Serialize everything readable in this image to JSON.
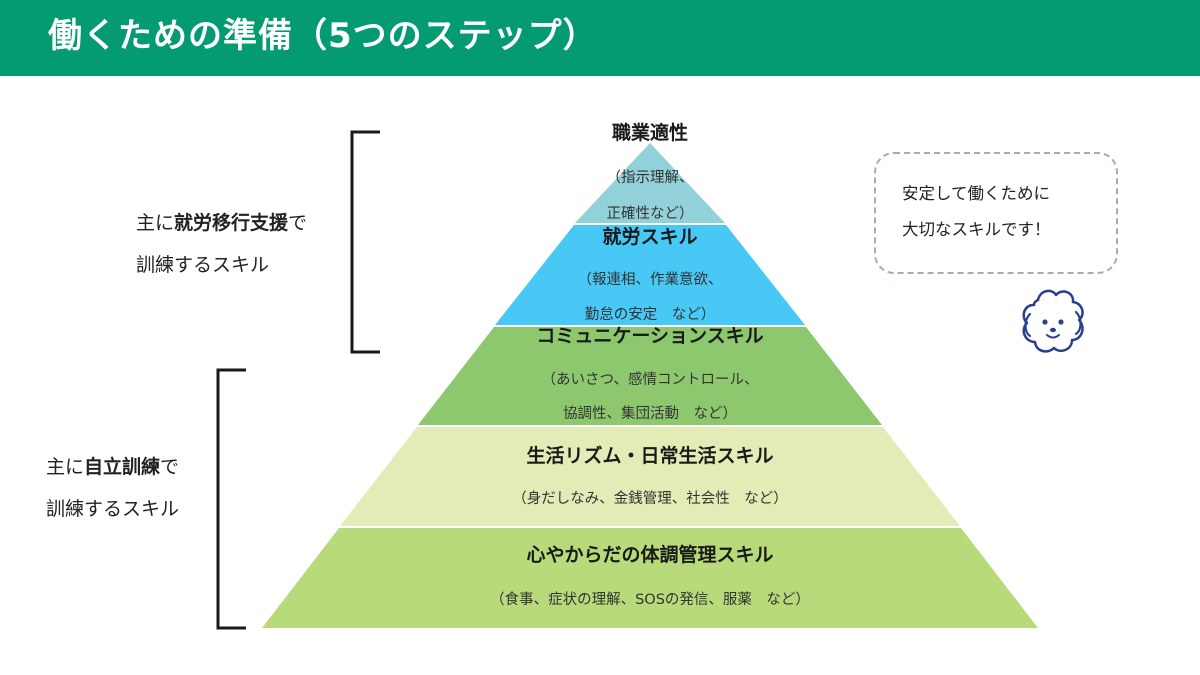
{
  "header": {
    "title": "働くための準備（5つのステップ）"
  },
  "pyramid": {
    "layers": [
      {
        "title": "職業適性",
        "desc_lines": [
          "（指示理解、",
          "正確性など）"
        ],
        "color": "#93d1da"
      },
      {
        "title": "就労スキル",
        "desc_lines": [
          "（報連相、作業意欲、",
          "勤怠の安定　など）"
        ],
        "color": "#48c8f4"
      },
      {
        "title": "コミュニケーションスキル",
        "desc_lines": [
          "（あいさつ、感情コントロール、",
          "協調性、集団活動　など）"
        ],
        "color": "#8dc86f"
      },
      {
        "title": "生活リズム・日常生活スキル",
        "desc_lines": [
          "（身だしなみ、金銭管理、社会性　など）"
        ],
        "color": "#e3ecb6"
      },
      {
        "title": "心やからだの体調管理スキル",
        "desc_lines": [
          "（食事、症状の理解、SOSの発信、服薬　など）"
        ],
        "color": "#b8da7b"
      }
    ]
  },
  "side_labels": {
    "upper": {
      "prefix": "主に",
      "bold": "就労移行支援",
      "suffix": "で",
      "line2": "訓練するスキル"
    },
    "lower": {
      "prefix": "主に",
      "bold": "自立訓練",
      "suffix": "で",
      "line2": "訓練するスキル"
    }
  },
  "bubble": {
    "lines": [
      "安定して働くために",
      "大切なスキルです！"
    ]
  },
  "colors": {
    "header": "#049a72",
    "bracket": "#1a1a1a",
    "mascot": "#2b3f8c"
  },
  "icons": {
    "mascot": "dog-mascot-icon"
  }
}
